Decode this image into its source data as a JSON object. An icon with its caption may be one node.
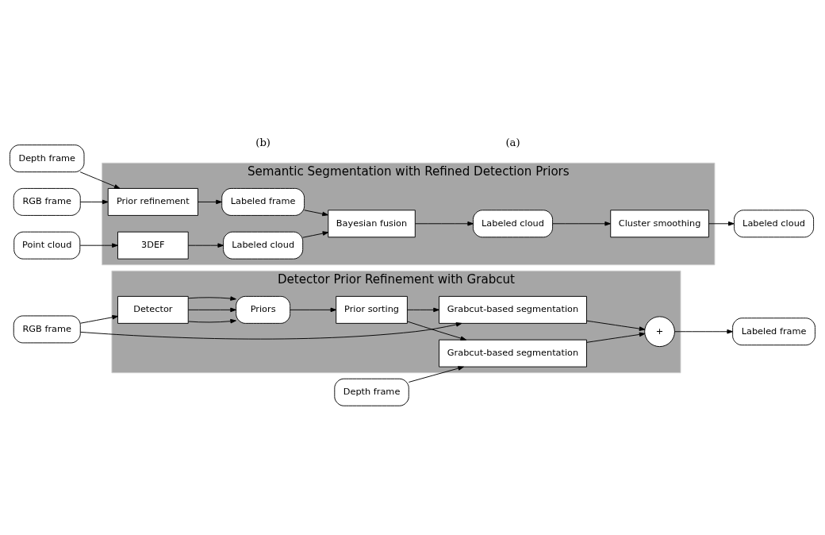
{
  "diagram": {
    "nodes": [
      {
        "text": [
          "RGB frame"
        ]
      },
      {
        "text": [
          "Depth frame"
        ]
      },
      {
        "text": [
          "Detector Prior Refinement with Grabcut"
        ]
      },
      {
        "text": [
          "Detector"
        ],
        "in": 2
      },
      {
        "text": [
          "Priors"
        ],
        "in": 2
      },
      {
        "text": [
          "Prior sorting"
        ],
        "in": 2
      },
      {
        "text": [
          "Grabcut-based segmentation"
        ],
        "in": 2
      },
      {
        "text": [
          "Grabcut-based segmentation"
        ],
        "in": 2
      },
      {
        "text": [
          "+"
        ],
        "in": 2
      },
      {
        "text": [
          "Labeled frame"
        ]
      },
      {
        "text": [
          "RGB frame"
        ]
      },
      {
        "text": [
          "Depth frame"
        ]
      },
      {
        "text": [
          "Point cloud"
        ]
      },
      {
        "text": [
          "Semantic Segmentation with Refined Detection Priors"
        ]
      },
      {
        "text": [
          "Prior refinement"
        ],
        "in": 13
      },
      {
        "text": [
          "3DEF"
        ],
        "in": 13
      },
      {
        "text": [
          "Labeled frame"
        ],
        "in": 13
      },
      {
        "text": [
          "Labeled cloud"
        ],
        "in": 13
      },
      {
        "text": [
          "Bayesian fusion"
        ],
        "in": 13
      },
      {
        "text": [
          "Labeled cloud"
        ],
        "in": 13
      },
      {
        "text": [
          "Cluster smoothing"
        ],
        "in": 13
      },
      {
        "text": [
          "Labeled cloud"
        ]
      }
    ],
    "edges": [
      {
        "from": 0,
        "to": 6,
        "arrow": "to"
      },
      {
        "from": 0,
        "to": 3,
        "arrow": "to"
      },
      {
        "from": 3,
        "to": 4,
        "arrow": "to"
      },
      {
        "from": 3,
        "to": 4,
        "arrow": "to"
      },
      {
        "from": 3,
        "to": 4,
        "arrow": "to"
      },
      {
        "from": 4,
        "to": 5,
        "arrow": "to"
      },
      {
        "from": 5,
        "to": 6,
        "arrow": "to"
      },
      {
        "from": 5,
        "to": 7,
        "arrow": "to"
      },
      {
        "from": 1,
        "to": 7,
        "arrow": "to"
      },
      {
        "from": 6,
        "to": 8,
        "arrow": "to"
      },
      {
        "from": 7,
        "to": 8,
        "arrow": "to"
      },
      {
        "from": 8,
        "to": 9,
        "arrow": "to"
      },
      {
        "from": 10,
        "to": 14,
        "arrow": "to"
      },
      {
        "from": 11,
        "to": 14,
        "arrow": "to"
      },
      {
        "from": 12,
        "to": 15,
        "arrow": "to"
      },
      {
        "from": 14,
        "to": 16,
        "arrow": "to"
      },
      {
        "from": 15,
        "to": 17,
        "arrow": "to"
      },
      {
        "from": 16,
        "to": 18,
        "arrow": "to"
      },
      {
        "from": 17,
        "to": 18,
        "arrow": "to"
      },
      {
        "from": 18,
        "to": 19,
        "arrow": "to"
      },
      {
        "from": 19,
        "to": 20,
        "arrow": "to"
      },
      {
        "from": 20,
        "to": 21,
        "arrow": "to"
      }
    ],
    "labels": [
      "(a)",
      "(b)"
    ]
  }
}
